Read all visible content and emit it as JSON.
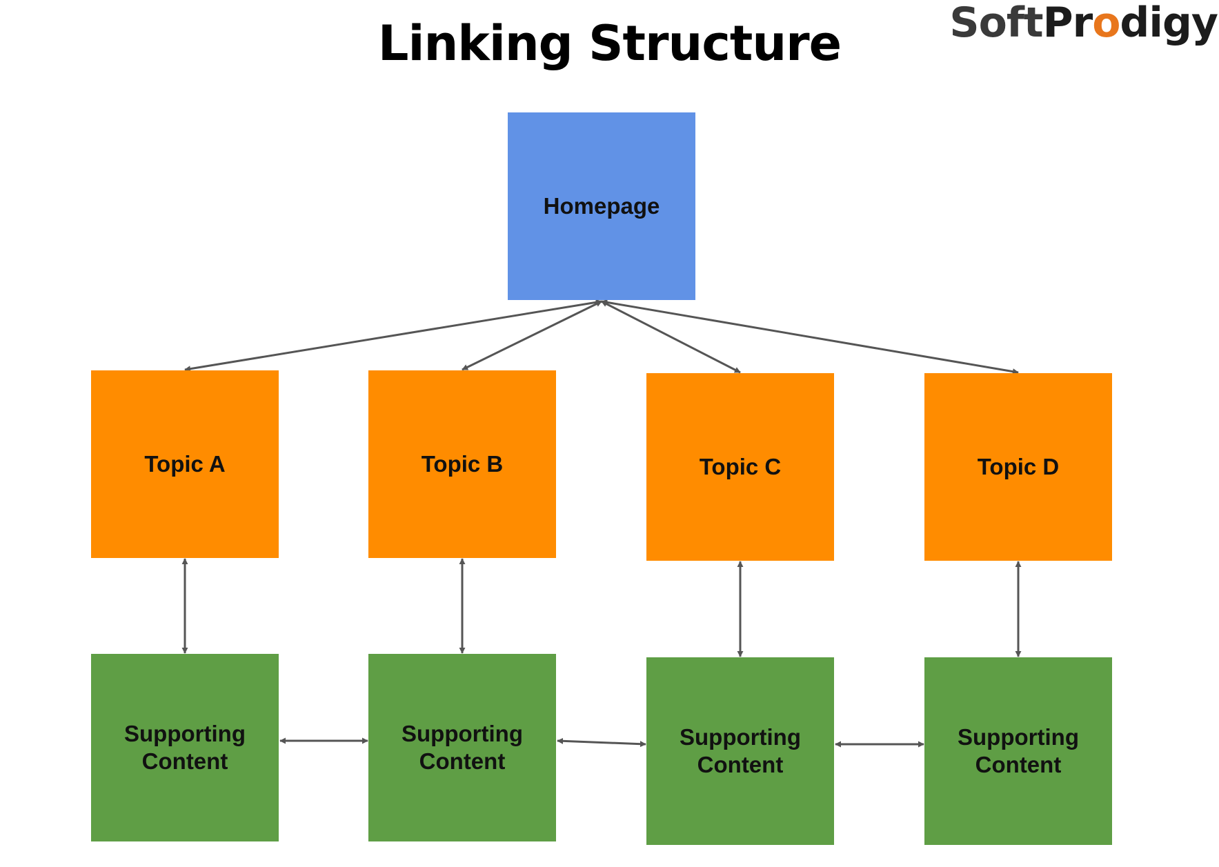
{
  "title": "Linking Structure",
  "logo": {
    "part1": "Soft",
    "part2": "Pr",
    "accent": "o",
    "part3": "digy",
    "accent_color": "#e8761c"
  },
  "colors": {
    "home": "#6192e6",
    "topic": "#ff8c00",
    "support": "#5f9e45",
    "arrow": "#555555"
  },
  "nodes": {
    "home": {
      "label": "Homepage"
    },
    "topic_a": {
      "label": "Topic A"
    },
    "topic_b": {
      "label": "Topic B"
    },
    "topic_c": {
      "label": "Topic C"
    },
    "topic_d": {
      "label": "Topic D"
    },
    "support_a": {
      "line1": "Supporting",
      "line2": "Content"
    },
    "support_b": {
      "line1": "Supporting",
      "line2": "Content"
    },
    "support_c": {
      "line1": "Supporting",
      "line2": "Content"
    },
    "support_d": {
      "line1": "Supporting",
      "line2": "Content"
    }
  },
  "edges": [
    {
      "from": "home",
      "to": "topic_a",
      "bidirectional": true
    },
    {
      "from": "home",
      "to": "topic_b",
      "bidirectional": true
    },
    {
      "from": "home",
      "to": "topic_c",
      "bidirectional": true
    },
    {
      "from": "home",
      "to": "topic_d",
      "bidirectional": true
    },
    {
      "from": "topic_a",
      "to": "support_a",
      "bidirectional": true
    },
    {
      "from": "topic_b",
      "to": "support_b",
      "bidirectional": true
    },
    {
      "from": "topic_c",
      "to": "support_c",
      "bidirectional": true
    },
    {
      "from": "topic_d",
      "to": "support_d",
      "bidirectional": true
    },
    {
      "from": "support_a",
      "to": "support_b",
      "bidirectional": true
    },
    {
      "from": "support_b",
      "to": "support_c",
      "bidirectional": true
    },
    {
      "from": "support_c",
      "to": "support_d",
      "bidirectional": true
    }
  ]
}
